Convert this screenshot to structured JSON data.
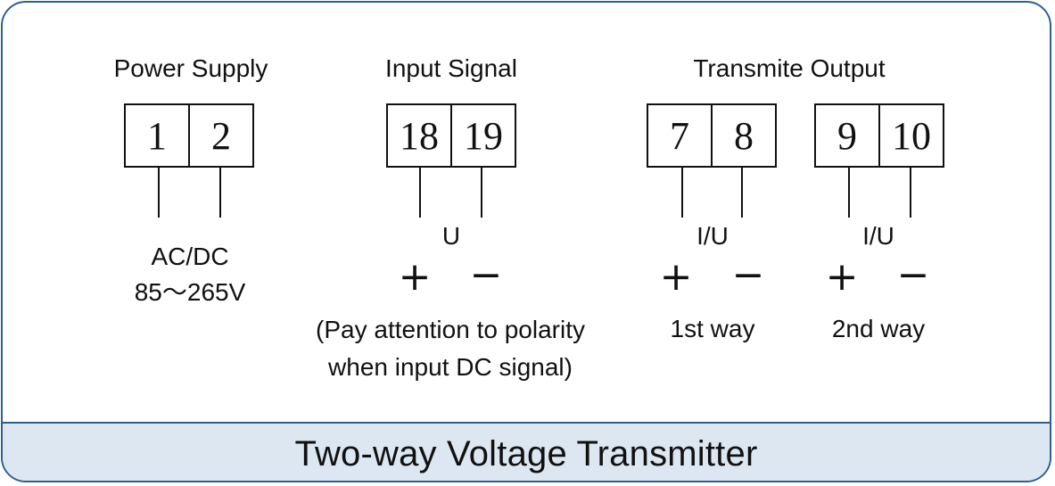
{
  "sections": {
    "power": {
      "title": "Power Supply",
      "terminals": [
        "1",
        "2"
      ],
      "spec_line1": "AC/DC",
      "spec_line2": "85～265V"
    },
    "input": {
      "title": "Input Signal",
      "terminals": [
        "18",
        "19"
      ],
      "signal_type": "U",
      "plus": "+",
      "minus": "−",
      "note_line1": "(Pay attention to polarity",
      "note_line2": "when input DC signal)"
    },
    "output": {
      "title": "Transmite Output",
      "channels": [
        {
          "terminals": [
            "7",
            "8"
          ],
          "signal_type": "I/U",
          "plus": "+",
          "minus": "−",
          "label": "1st way"
        },
        {
          "terminals": [
            "9",
            "10"
          ],
          "signal_type": "I/U",
          "plus": "+",
          "minus": "−",
          "label": "2nd way"
        }
      ]
    }
  },
  "footer": {
    "title": "Two-way Voltage Transmitter"
  },
  "colors": {
    "border": "#2e5f93",
    "footer_bg": "#dde7f2",
    "line": "#111111"
  }
}
